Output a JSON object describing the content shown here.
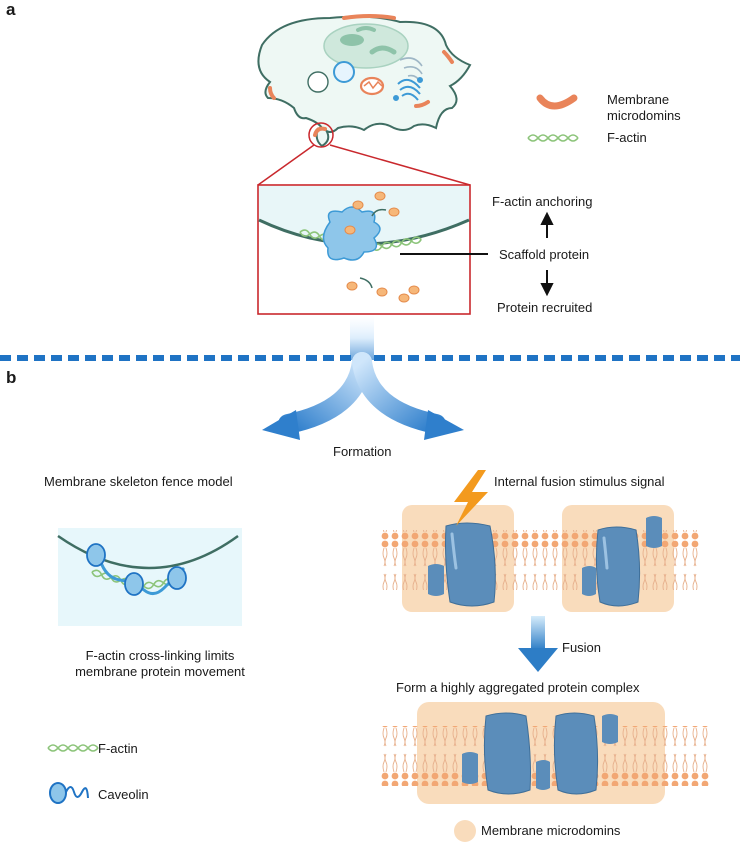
{
  "panels": {
    "a": "a",
    "b": "b"
  },
  "legend_a": {
    "microdomain": "Membrane\nmicrodomins",
    "factin": "F-actin"
  },
  "zoom": {
    "up_label": "F-actin anchoring",
    "scaffold_label": "Scaffold protein",
    "down_label": "Protein recruited"
  },
  "formation_label": "Formation",
  "fence": {
    "title": "Membrane skeleton fence model",
    "caption": "F-actin cross-linking limits\nmembrane protein movement"
  },
  "legend_b": {
    "factin": "F-actin",
    "caveolin": "Caveolin"
  },
  "fusion": {
    "title": "Internal fusion stimulus signal",
    "arrow_label": "Fusion",
    "result": "Form a highly aggregated protein complex",
    "legend": "Membrane microdomins"
  },
  "colors": {
    "divider": "#1f73c4",
    "zoom_box": "#c9282d",
    "microdomain": "#e9845a",
    "factin": "#8cc47a",
    "caveolin": "#3d9ad6",
    "protein": "#5b8dba",
    "domain_bg": "#f9dcbc"
  }
}
